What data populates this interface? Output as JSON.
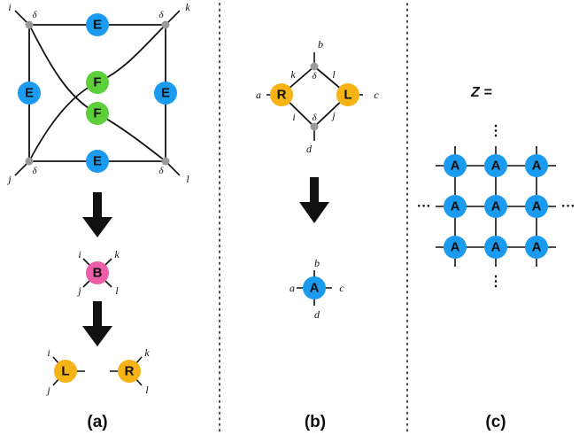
{
  "colors": {
    "E": "#1a9bf0",
    "F": "#5dcf3a",
    "B": "#ec5ea8",
    "L": "#f5b316",
    "R": "#f5b316",
    "A": "#1a9bf0",
    "vertex": "#9a9a9a"
  },
  "panel_a": {
    "label": "(a)",
    "square": {
      "nodes": {
        "top": "E",
        "left": "E",
        "right": "E",
        "bottom": "E",
        "cross_upper": "F",
        "cross_lower": "F"
      },
      "corner_indices": {
        "tl": "i",
        "tr": "k",
        "bl": "j",
        "br": "l"
      },
      "corner_delta": "δ"
    },
    "b_node": {
      "label": "B",
      "indices": {
        "tl": "i",
        "tr": "k",
        "bl": "j",
        "br": "l"
      }
    },
    "lr_nodes": {
      "left": "L",
      "right": "R",
      "left_indices": {
        "top": "i",
        "bottom": "j"
      },
      "right_indices": {
        "top": "k",
        "bottom": "l"
      }
    }
  },
  "panel_b": {
    "label": "(b)",
    "diamond": {
      "left": "R",
      "right": "L",
      "outer_indices": {
        "top": "b",
        "left": "a",
        "right": "c",
        "bottom": "d"
      },
      "inner_indices": {
        "k": "k",
        "l_top": "l",
        "i": "i",
        "j": "j"
      },
      "delta": "δ"
    },
    "a_node": {
      "label": "A",
      "indices": {
        "top": "b",
        "left": "a",
        "right": "c",
        "bottom": "d"
      }
    }
  },
  "panel_c": {
    "label": "(c)",
    "z_text": "Z =",
    "grid_node": "A",
    "ellipsis_h": "···",
    "ellipsis_v": "⋮"
  }
}
